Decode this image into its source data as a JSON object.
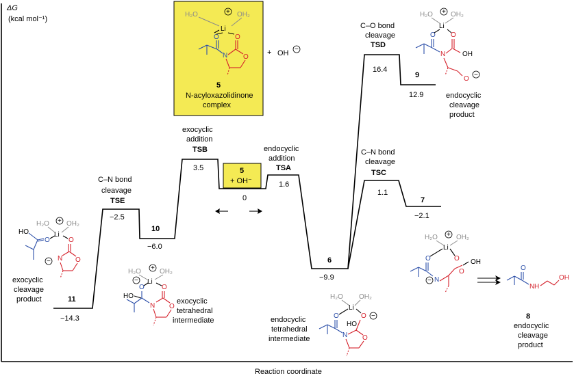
{
  "axis": {
    "y_label": "ΔG",
    "y_unit": "(kcal mol⁻¹)",
    "x_label": "Reaction coordinate"
  },
  "boxes": {
    "complex": {
      "id": "5",
      "name": "N-acyloxazolidinone",
      "name2": "complex",
      "plus": "+",
      "hydroxide": "OH"
    },
    "small": {
      "id": "5",
      "text": "+ OH⁻"
    }
  },
  "levels": [
    {
      "key": "l11",
      "value": "−14.3",
      "label": "11",
      "desc": [
        "exocyclic",
        "cleavage",
        "product"
      ]
    },
    {
      "key": "lTSE",
      "value": "−2.5",
      "label": "TSE",
      "desc": [
        "C–N bond",
        "cleavage"
      ]
    },
    {
      "key": "l10",
      "value": "−6.0",
      "label": "10",
      "desc": [
        "exocyclic",
        "tetrahedral",
        "intermediate"
      ]
    },
    {
      "key": "lTSB",
      "value": "3.5",
      "label": "TSB",
      "desc": [
        "exocyclic",
        "addition"
      ]
    },
    {
      "key": "l5",
      "value": "0"
    },
    {
      "key": "lTSA",
      "value": "1.6",
      "label": "TSA",
      "desc": [
        "endocyclic",
        "addition"
      ]
    },
    {
      "key": "l6",
      "value": "−9.9",
      "label": "6",
      "desc": [
        "endocyclic",
        "tetrahedral",
        "intermediate"
      ]
    },
    {
      "key": "lTSD",
      "value": "16.4",
      "label": "TSD",
      "desc": [
        "C–O bond",
        "cleavage"
      ]
    },
    {
      "key": "l9",
      "value": "12.9",
      "label": "9",
      "desc": [
        "endocyclic",
        "cleavage",
        "product"
      ]
    },
    {
      "key": "lTSC",
      "value": "1.1",
      "label": "TSC",
      "desc": [
        "C–N bond",
        "cleavage"
      ]
    },
    {
      "key": "l7",
      "value": "−2.1",
      "label": "7"
    }
  ],
  "product8": {
    "label": "8",
    "desc": [
      "endocyclic",
      "cleavage",
      "product"
    ]
  },
  "atoms": {
    "H2O": "H₂O",
    "OH2": "OH₂",
    "Li": "Li",
    "O": "O",
    "N": "N",
    "OH": "OH",
    "HO": "HO",
    "H": "H",
    "plus_charge": "+",
    "minus_charge": "−"
  }
}
